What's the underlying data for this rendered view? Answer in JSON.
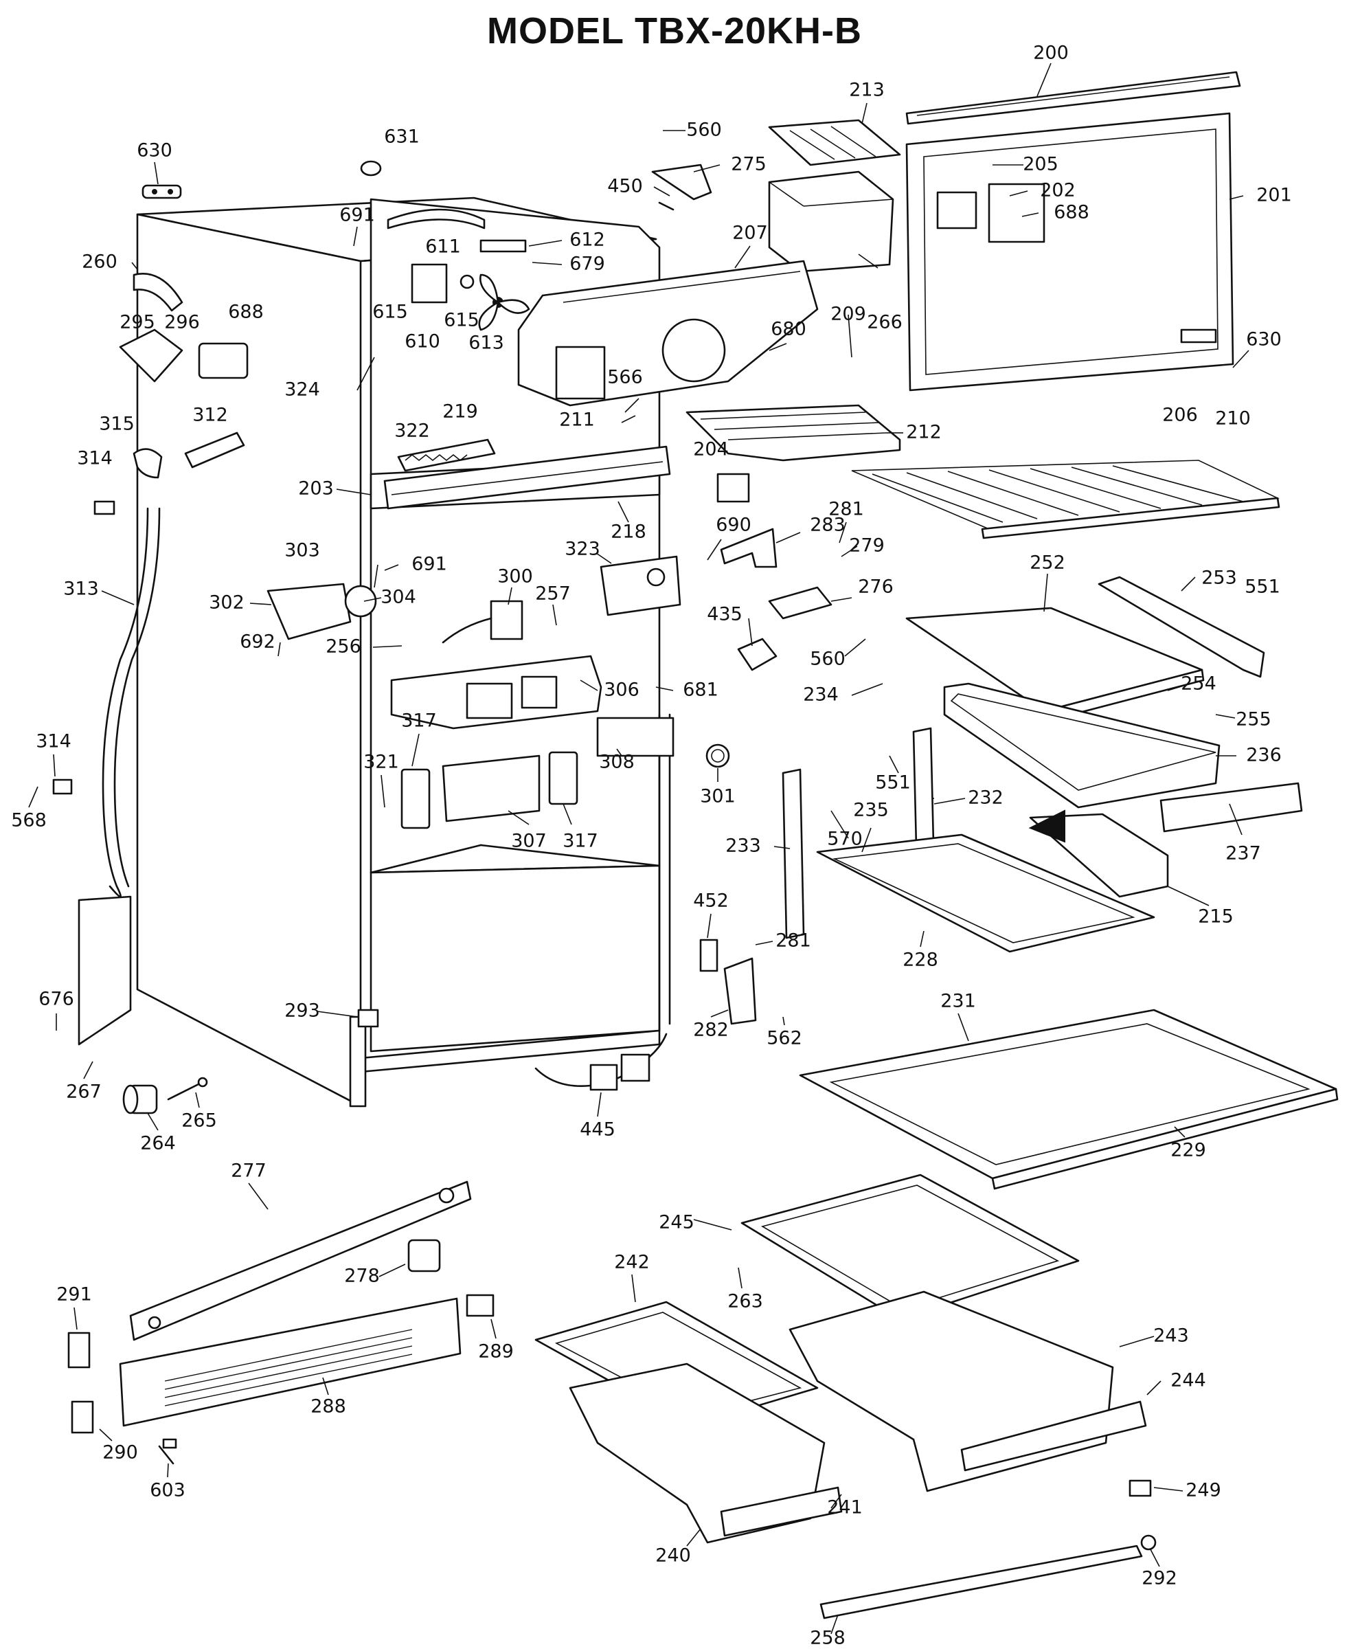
{
  "title": "MODEL TBX-20KH-B",
  "callouts": [
    {
      "id": "200",
      "text": "200"
    },
    {
      "id": "213",
      "text": "213"
    },
    {
      "id": "630a",
      "text": "630"
    },
    {
      "id": "631",
      "text": "631"
    },
    {
      "id": "560a",
      "text": "560"
    },
    {
      "id": "275",
      "text": "275"
    },
    {
      "id": "450",
      "text": "450"
    },
    {
      "id": "205",
      "text": "205"
    },
    {
      "id": "201",
      "text": "201"
    },
    {
      "id": "202",
      "text": "202"
    },
    {
      "id": "688a",
      "text": "688"
    },
    {
      "id": "691a",
      "text": "691"
    },
    {
      "id": "611",
      "text": "611"
    },
    {
      "id": "612",
      "text": "612"
    },
    {
      "id": "679",
      "text": "679"
    },
    {
      "id": "207",
      "text": "207"
    },
    {
      "id": "260",
      "text": "260"
    },
    {
      "id": "615a",
      "text": "615"
    },
    {
      "id": "615b",
      "text": "615"
    },
    {
      "id": "266",
      "text": "266"
    },
    {
      "id": "688b",
      "text": "688"
    },
    {
      "id": "295",
      "text": "295"
    },
    {
      "id": "296",
      "text": "296"
    },
    {
      "id": "610",
      "text": "610"
    },
    {
      "id": "613",
      "text": "613"
    },
    {
      "id": "209",
      "text": "209"
    },
    {
      "id": "680",
      "text": "680"
    },
    {
      "id": "630b",
      "text": "630"
    },
    {
      "id": "324",
      "text": "324"
    },
    {
      "id": "566",
      "text": "566"
    },
    {
      "id": "315",
      "text": "315"
    },
    {
      "id": "312",
      "text": "312"
    },
    {
      "id": "322",
      "text": "322"
    },
    {
      "id": "219",
      "text": "219"
    },
    {
      "id": "211",
      "text": "211"
    },
    {
      "id": "212",
      "text": "212"
    },
    {
      "id": "206",
      "text": "206"
    },
    {
      "id": "210",
      "text": "210"
    },
    {
      "id": "314a",
      "text": "314"
    },
    {
      "id": "204",
      "text": "204"
    },
    {
      "id": "203",
      "text": "203"
    },
    {
      "id": "218",
      "text": "218"
    },
    {
      "id": "690",
      "text": "690"
    },
    {
      "id": "283",
      "text": "283"
    },
    {
      "id": "281a",
      "text": "281"
    },
    {
      "id": "303",
      "text": "303"
    },
    {
      "id": "323",
      "text": "323"
    },
    {
      "id": "279",
      "text": "279"
    },
    {
      "id": "691b",
      "text": "691"
    },
    {
      "id": "300",
      "text": "300"
    },
    {
      "id": "252",
      "text": "252"
    },
    {
      "id": "313",
      "text": "313"
    },
    {
      "id": "302",
      "text": "302"
    },
    {
      "id": "304",
      "text": "304"
    },
    {
      "id": "257",
      "text": "257"
    },
    {
      "id": "276",
      "text": "276"
    },
    {
      "id": "253",
      "text": "253"
    },
    {
      "id": "551a",
      "text": "551"
    },
    {
      "id": "435",
      "text": "435"
    },
    {
      "id": "692",
      "text": "692"
    },
    {
      "id": "256",
      "text": "256"
    },
    {
      "id": "560b",
      "text": "560"
    },
    {
      "id": "306",
      "text": "306"
    },
    {
      "id": "681",
      "text": "681"
    },
    {
      "id": "234",
      "text": "234"
    },
    {
      "id": "254",
      "text": "254"
    },
    {
      "id": "255",
      "text": "255"
    },
    {
      "id": "314b",
      "text": "314"
    },
    {
      "id": "317a",
      "text": "317"
    },
    {
      "id": "308",
      "text": "308"
    },
    {
      "id": "236",
      "text": "236"
    },
    {
      "id": "568",
      "text": "568"
    },
    {
      "id": "321",
      "text": "321"
    },
    {
      "id": "551b",
      "text": "551"
    },
    {
      "id": "301",
      "text": "301"
    },
    {
      "id": "232",
      "text": "232"
    },
    {
      "id": "235",
      "text": "235"
    },
    {
      "id": "570",
      "text": "570"
    },
    {
      "id": "307",
      "text": "307"
    },
    {
      "id": "317b",
      "text": "317"
    },
    {
      "id": "237",
      "text": "237"
    },
    {
      "id": "233",
      "text": "233"
    },
    {
      "id": "215",
      "text": "215"
    },
    {
      "id": "452",
      "text": "452"
    },
    {
      "id": "281b",
      "text": "281"
    },
    {
      "id": "228",
      "text": "228"
    },
    {
      "id": "676",
      "text": "676"
    },
    {
      "id": "293",
      "text": "293"
    },
    {
      "id": "231",
      "text": "231"
    },
    {
      "id": "282",
      "text": "282"
    },
    {
      "id": "562",
      "text": "562"
    },
    {
      "id": "267",
      "text": "267"
    },
    {
      "id": "265",
      "text": "265"
    },
    {
      "id": "445",
      "text": "445"
    },
    {
      "id": "264",
      "text": "264"
    },
    {
      "id": "229",
      "text": "229"
    },
    {
      "id": "277",
      "text": "277"
    },
    {
      "id": "245",
      "text": "245"
    },
    {
      "id": "278",
      "text": "278"
    },
    {
      "id": "291",
      "text": "291"
    },
    {
      "id": "242",
      "text": "242"
    },
    {
      "id": "263",
      "text": "263"
    },
    {
      "id": "289",
      "text": "289"
    },
    {
      "id": "243",
      "text": "243"
    },
    {
      "id": "288",
      "text": "288"
    },
    {
      "id": "244",
      "text": "244"
    },
    {
      "id": "290",
      "text": "290"
    },
    {
      "id": "603",
      "text": "603"
    },
    {
      "id": "241",
      "text": "241"
    },
    {
      "id": "249",
      "text": "249"
    },
    {
      "id": "292",
      "text": "292"
    },
    {
      "id": "240",
      "text": "240"
    },
    {
      "id": "258",
      "text": "258"
    }
  ]
}
